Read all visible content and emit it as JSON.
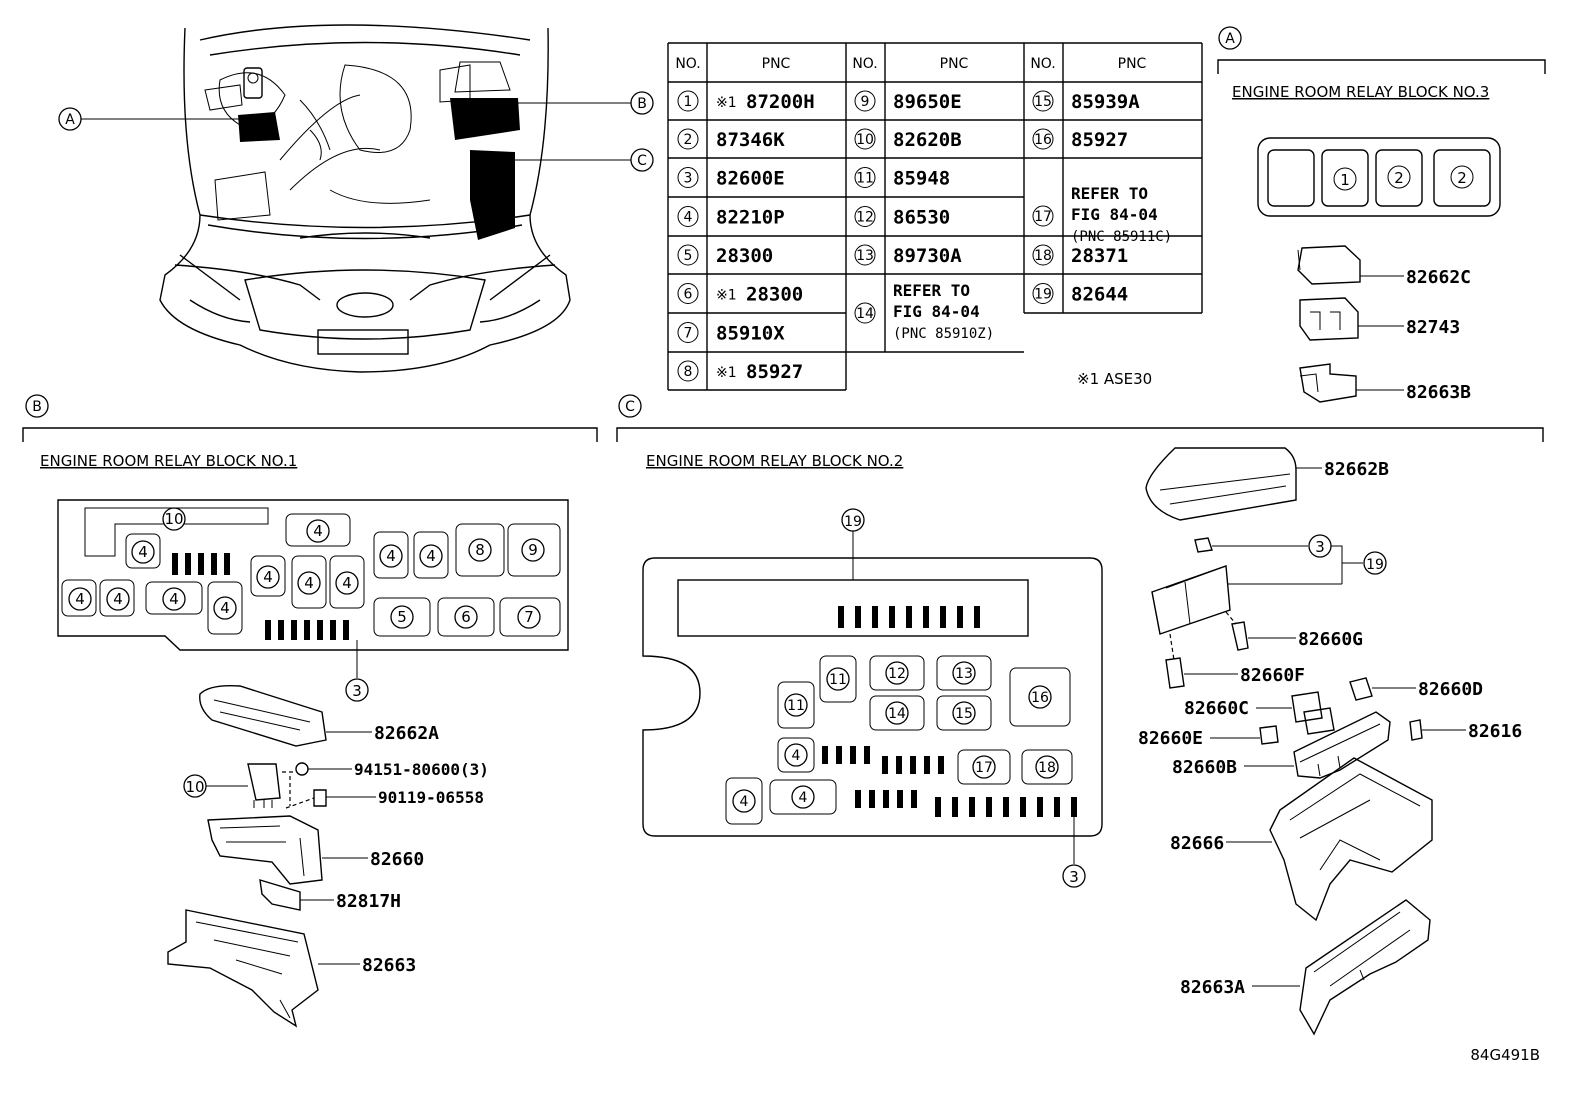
{
  "figure_code": "84G491B",
  "footnote": "※1 ASE30",
  "table": {
    "headers": {
      "no": "NO.",
      "pnc": "PNC"
    },
    "col1": [
      {
        "no": "1",
        "pnc": "87200H",
        "mark": "※1"
      },
      {
        "no": "2",
        "pnc": "87346K",
        "mark": ""
      },
      {
        "no": "3",
        "pnc": "82600E",
        "mark": ""
      },
      {
        "no": "4",
        "pnc": "82210P",
        "mark": ""
      },
      {
        "no": "5",
        "pnc": "28300",
        "mark": ""
      },
      {
        "no": "6",
        "pnc": "28300",
        "mark": "※1"
      },
      {
        "no": "7",
        "pnc": "85910X",
        "mark": ""
      },
      {
        "no": "8",
        "pnc": "85927",
        "mark": "※1"
      }
    ],
    "col2": [
      {
        "no": "9",
        "pnc": "89650E"
      },
      {
        "no": "10",
        "pnc": "82620B"
      },
      {
        "no": "11",
        "pnc": "85948"
      },
      {
        "no": "12",
        "pnc": "86530"
      },
      {
        "no": "13",
        "pnc": "89730A"
      },
      {
        "no": "14",
        "lines": [
          "REFER TO",
          "FIG 84-04",
          "(PNC 85910Z)"
        ]
      }
    ],
    "col3": [
      {
        "no": "15",
        "pnc": "85939A"
      },
      {
        "no": "16",
        "pnc": "85927"
      },
      {
        "no": "17",
        "lines": [
          "REFER TO",
          "FIG 84-04",
          "(PNC 85911C)"
        ]
      },
      {
        "no": "18",
        "pnc": "28371"
      },
      {
        "no": "19",
        "pnc": "82644"
      }
    ]
  },
  "sections": {
    "a": {
      "letter": "A",
      "title": "ENGINE ROOM RELAY BLOCK NO.3"
    },
    "b": {
      "letter": "B",
      "title": "ENGINE ROOM RELAY BLOCK NO.1"
    },
    "c": {
      "letter": "C",
      "title": "ENGINE ROOM RELAY BLOCK NO.2"
    }
  },
  "callouts": {
    "car": [
      "A",
      "B",
      "C"
    ],
    "a_parts": [
      "82662C",
      "82743",
      "82663B"
    ],
    "a_slots": [
      "1",
      "2",
      "2"
    ],
    "b_parts": [
      "82662A",
      "94151-80600(3)",
      "90119-06558",
      "82660",
      "82817H",
      "82663"
    ],
    "b_num": {
      "n10": "10",
      "n3": "3"
    },
    "b_slots": [
      "4",
      "4",
      "4",
      "4",
      "4",
      "4",
      "4",
      "4",
      "4",
      "4",
      "4",
      "8",
      "9",
      "5",
      "6",
      "7",
      "10"
    ],
    "c_parts": [
      "82662B",
      "82660G",
      "82660F",
      "82660C",
      "82660D",
      "82660E",
      "82616",
      "82660B",
      "82666",
      "82663A"
    ],
    "c_num": {
      "n19": "19",
      "n3": "3",
      "e3": "3",
      "e19": "19"
    },
    "c_slots": [
      "11",
      "11",
      "12",
      "13",
      "14",
      "15",
      "16",
      "4",
      "17",
      "18",
      "4",
      "4"
    ]
  }
}
